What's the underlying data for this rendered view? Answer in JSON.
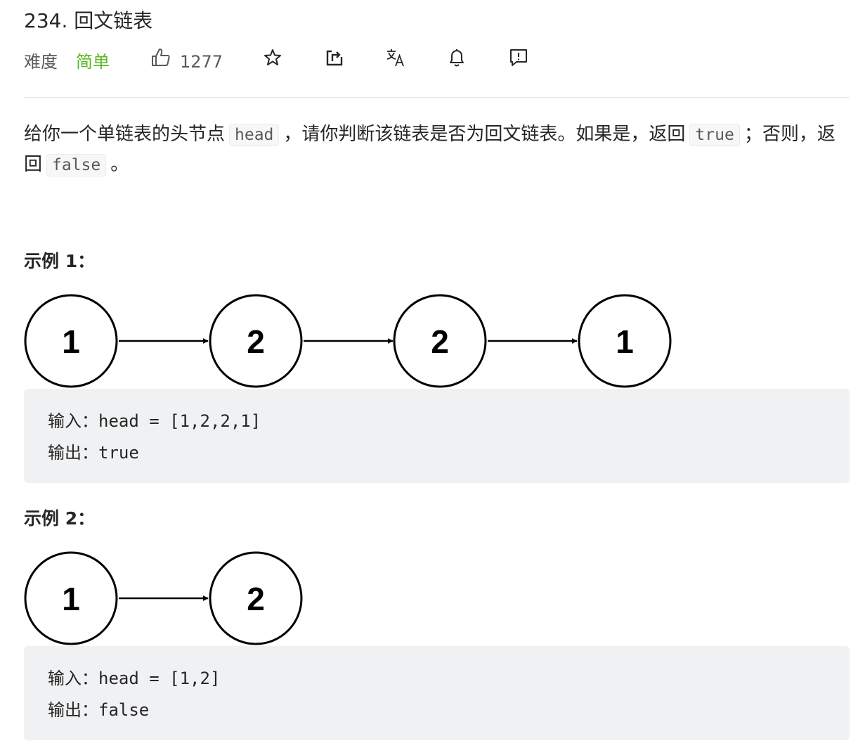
{
  "problem": {
    "title": "234. 回文链表"
  },
  "meta": {
    "difficulty_label": "难度",
    "difficulty_value": "简单",
    "likes": "1277",
    "icons": [
      "thumbs-up-icon",
      "star-icon",
      "share-icon",
      "translate-icon",
      "bell-icon",
      "feedback-icon"
    ],
    "difficulty_color": "#5ab726"
  },
  "description": {
    "part1": "给你一个单链表的头节点",
    "code1": "head",
    "part2": "，请你判断该链表是否为回文链表。如果是，返回",
    "code2": "true",
    "part3": "；否则，返回",
    "code3": "false",
    "part4": "。"
  },
  "examples": [
    {
      "title": "示例 1：",
      "nodes": [
        "1",
        "2",
        "2",
        "1"
      ],
      "input_label": "输入：",
      "input_value": "head = [1,2,2,1]",
      "output_label": "输出：",
      "output_value": "true"
    },
    {
      "title": "示例 2：",
      "nodes": [
        "1",
        "2"
      ],
      "input_label": "输入：",
      "input_value": "head = [1,2]",
      "output_label": "输出：",
      "output_value": "false"
    }
  ],
  "colors": {
    "code_block_bg": "#f0f1f3",
    "inline_code_bg": "#f7f7f8",
    "text": "#262626"
  }
}
